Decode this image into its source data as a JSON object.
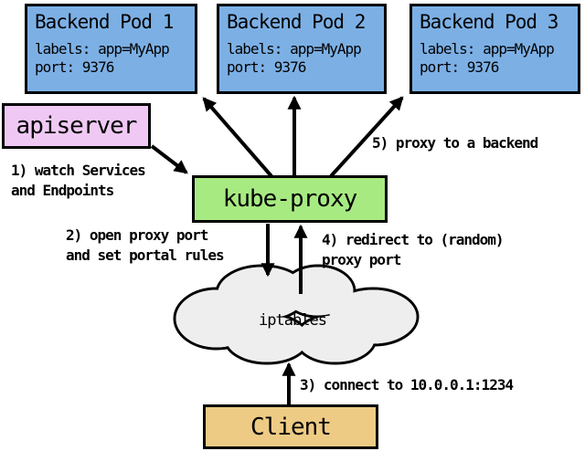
{
  "diagram": {
    "pods": [
      {
        "title": "Backend Pod 1",
        "labels_line": "labels: app=MyApp",
        "port_line": "port: 9376"
      },
      {
        "title": "Backend Pod 2",
        "labels_line": "labels: app=MyApp",
        "port_line": "port: 9376"
      },
      {
        "title": "Backend Pod 3",
        "labels_line": "labels: app=MyApp",
        "port_line": "port: 9376"
      }
    ],
    "apiserver_label": "apiserver",
    "kube_proxy_label": "kube-proxy",
    "iptables_label": "iptables",
    "client_label": "Client",
    "steps": {
      "s1_line1": "1) watch Services",
      "s1_line2": "and Endpoints",
      "s2_line1": "2) open proxy port",
      "s2_line2": "and set portal rules",
      "s3": "3) connect to 10.0.0.1:1234",
      "s4_line1": "4) redirect to (random)",
      "s4_line2": "proxy port",
      "s5": "5) proxy to a backend"
    },
    "colors": {
      "pod_fill": "#7CB0E5",
      "apiserver_fill": "#EFC9F4",
      "kube_proxy_fill": "#A8EA82",
      "client_fill": "#EECB85",
      "cloud_fill": "#EEEEEE",
      "line": "#000000"
    }
  }
}
